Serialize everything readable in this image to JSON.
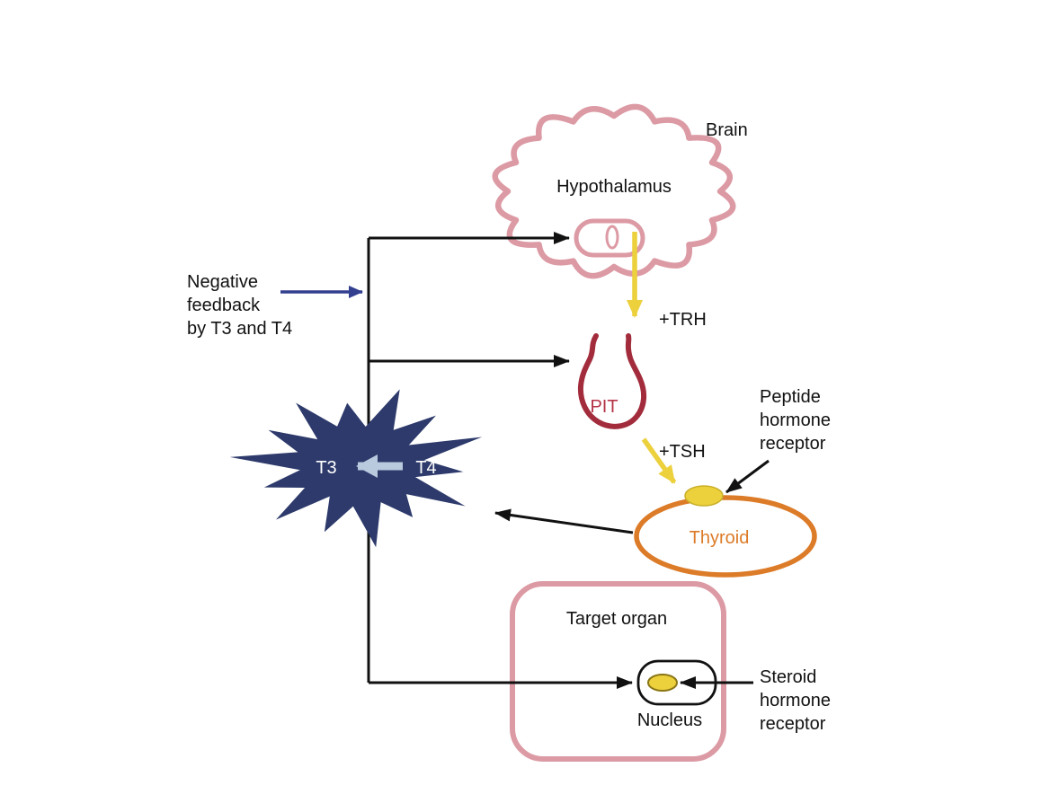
{
  "labels": {
    "brain": "Brain",
    "hypothalamus": "Hypothalamus",
    "trh": "+TRH",
    "pit": "PIT",
    "tsh": "+TSH",
    "thyroid": "Thyroid",
    "t3": "T3",
    "t4": "T4",
    "target_organ": "Target organ",
    "nucleus": "Nucleus",
    "negative_feedback": [
      "Negative",
      "feedback",
      "by T3 and T4"
    ],
    "peptide_receptor": [
      "Peptide",
      "hormone",
      "receptor"
    ],
    "steroid_receptor": [
      "Steroid",
      "hormone",
      "receptor"
    ]
  },
  "colors": {
    "pink": "#dc9aa4",
    "dark_red": "#a22c3c",
    "orange": "#dc7b28",
    "yellow": "#ecd03c",
    "yellow_edge": "#b29a1e",
    "navy": "#2d3a6b",
    "navy_arrow": "#333f8f",
    "light_blue": "#b9c9de",
    "ink": "#111111"
  }
}
